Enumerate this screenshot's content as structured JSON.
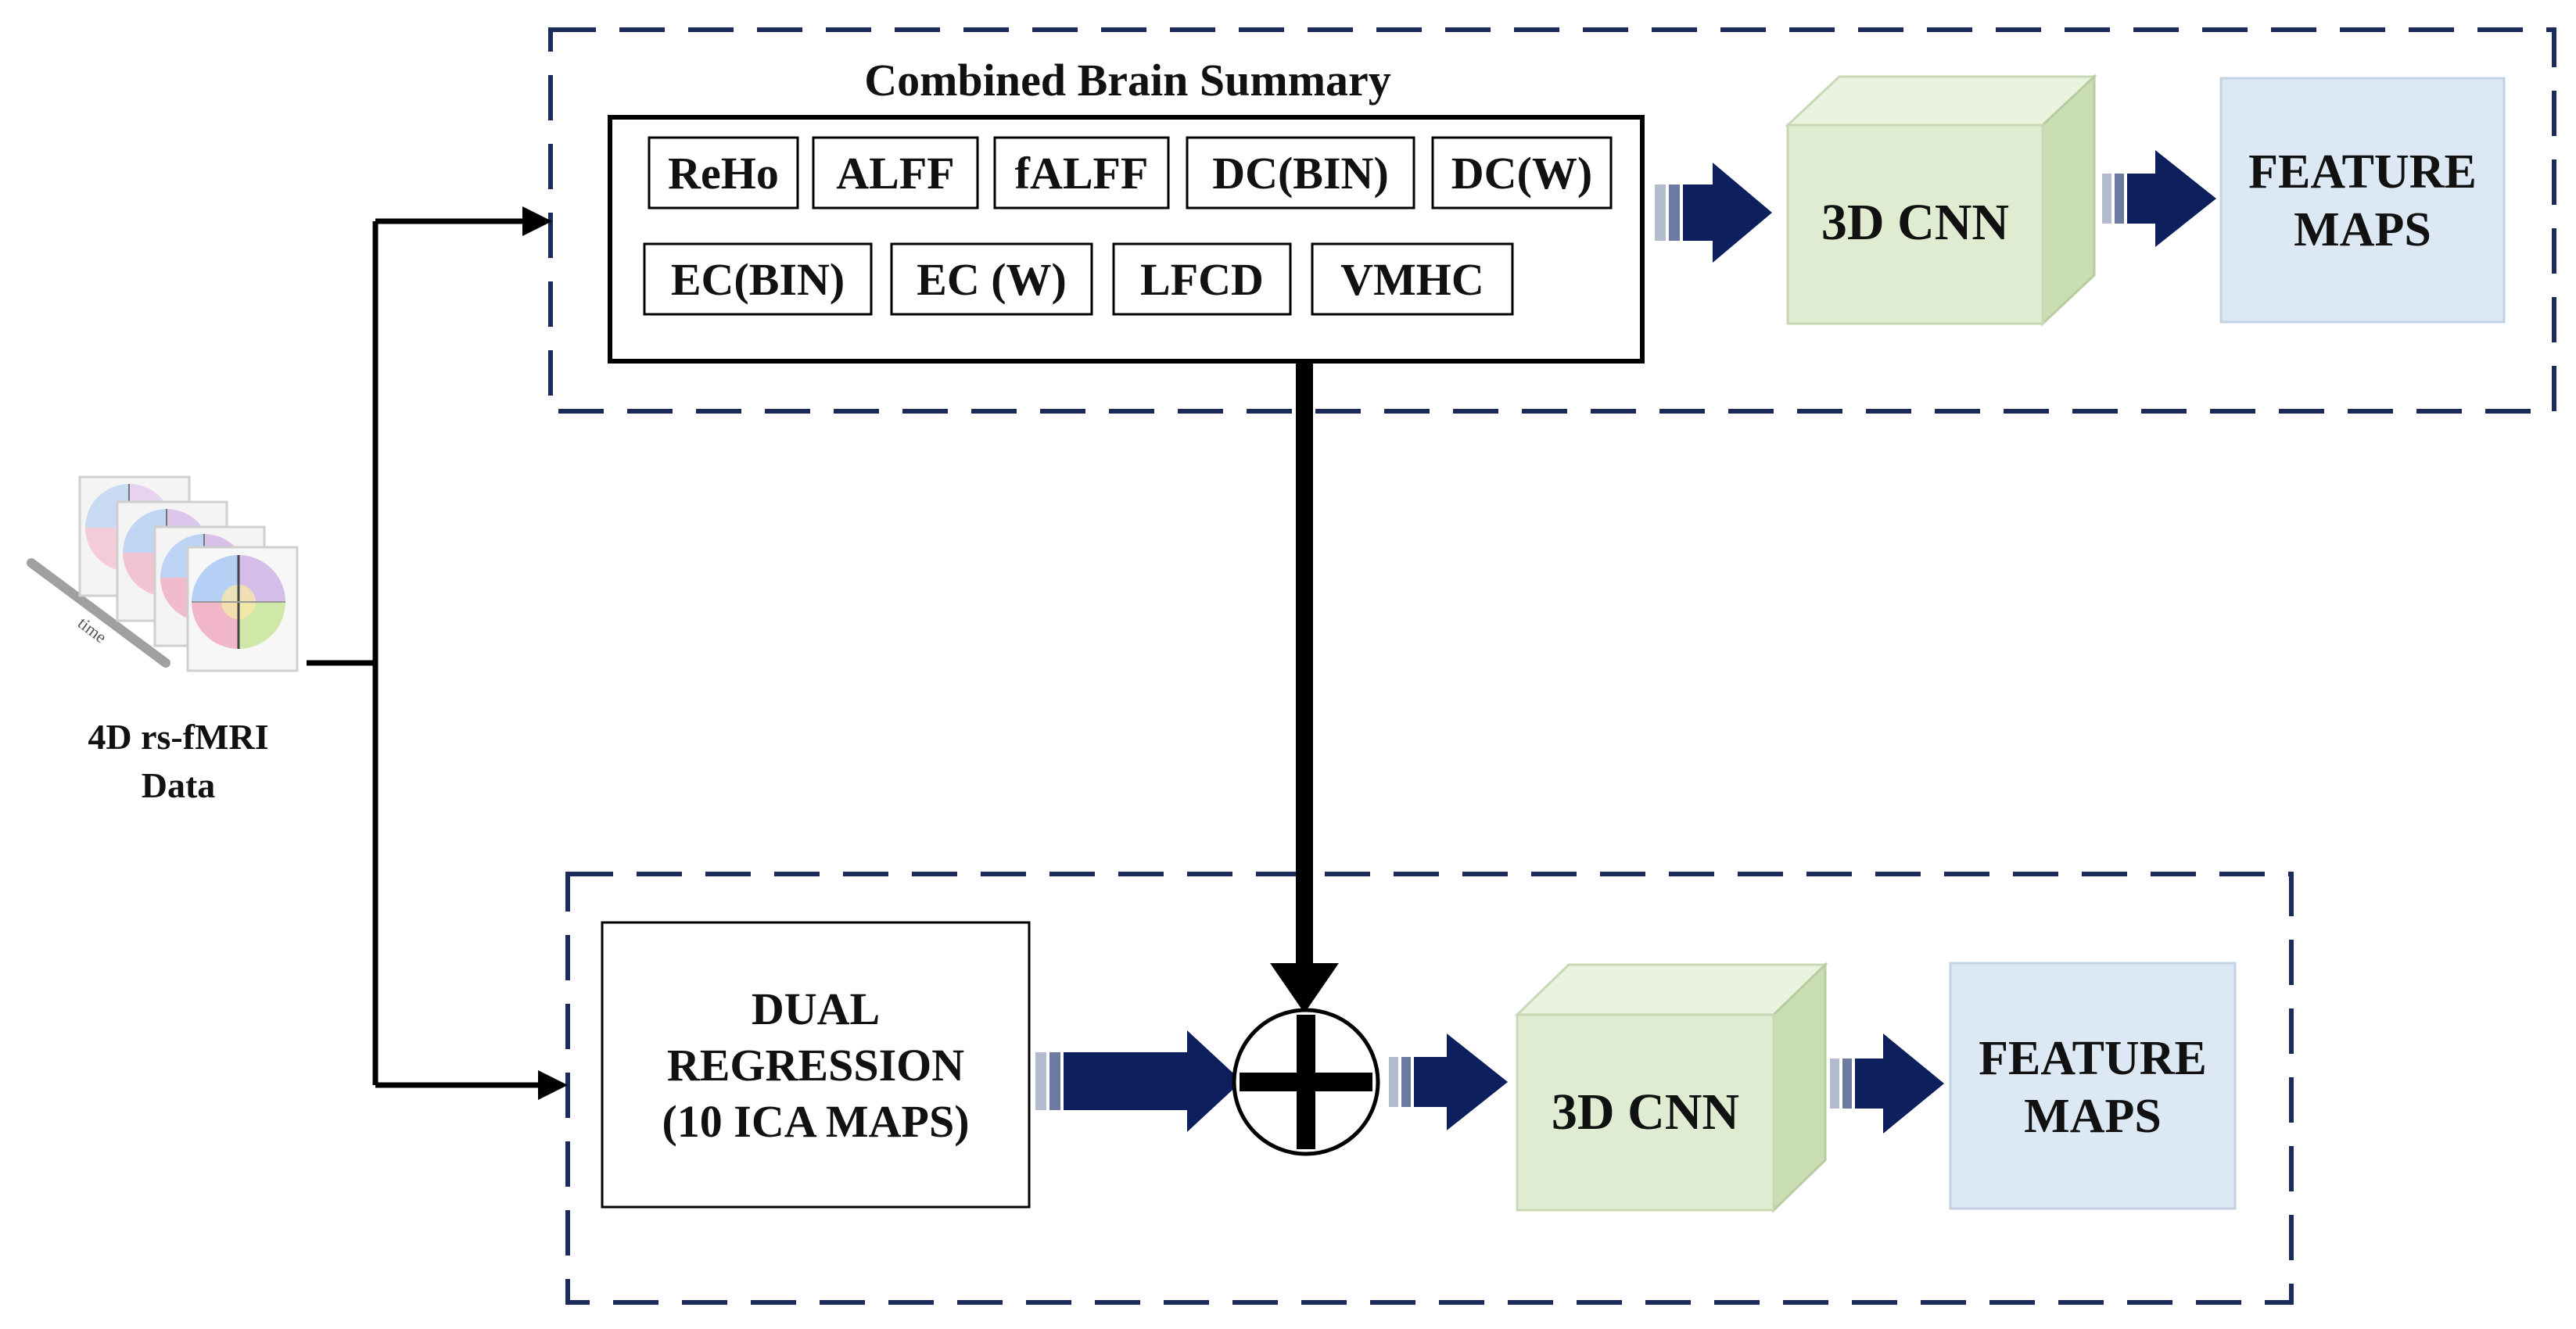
{
  "input": {
    "label_line1": "4D rs-fMRI",
    "label_line2": "Data",
    "time_label": "time"
  },
  "top_branch": {
    "title": "Combined Brain Summary",
    "metrics_row1": [
      "ReHo",
      "ALFF",
      "fALFF",
      "DC(BIN)",
      "DC(W)"
    ],
    "metrics_row2": [
      "EC(BIN)",
      "EC (W)",
      "LFCD",
      "VMHC"
    ],
    "cnn_label": "3D CNN",
    "feature_maps_line1": "FEATURE",
    "feature_maps_line2": "MAPS"
  },
  "bottom_branch": {
    "dual_line1": "DUAL",
    "dual_line2": "REGRESSION",
    "dual_line3": "(10 ICA MAPS)",
    "combine_symbol": "+",
    "cnn_label": "3D CNN",
    "feature_maps_line1": "FEATURE",
    "feature_maps_line2": "MAPS"
  },
  "colors": {
    "dashed_border": "#1a2a5a",
    "flow_arrow": "#0d1f5c",
    "cnn_front": "#e0ecd2",
    "cnn_top": "#eaf3df",
    "cnn_side": "#c9dfb3",
    "feature_maps_fill": "#dce8f4",
    "line": "#000000"
  }
}
